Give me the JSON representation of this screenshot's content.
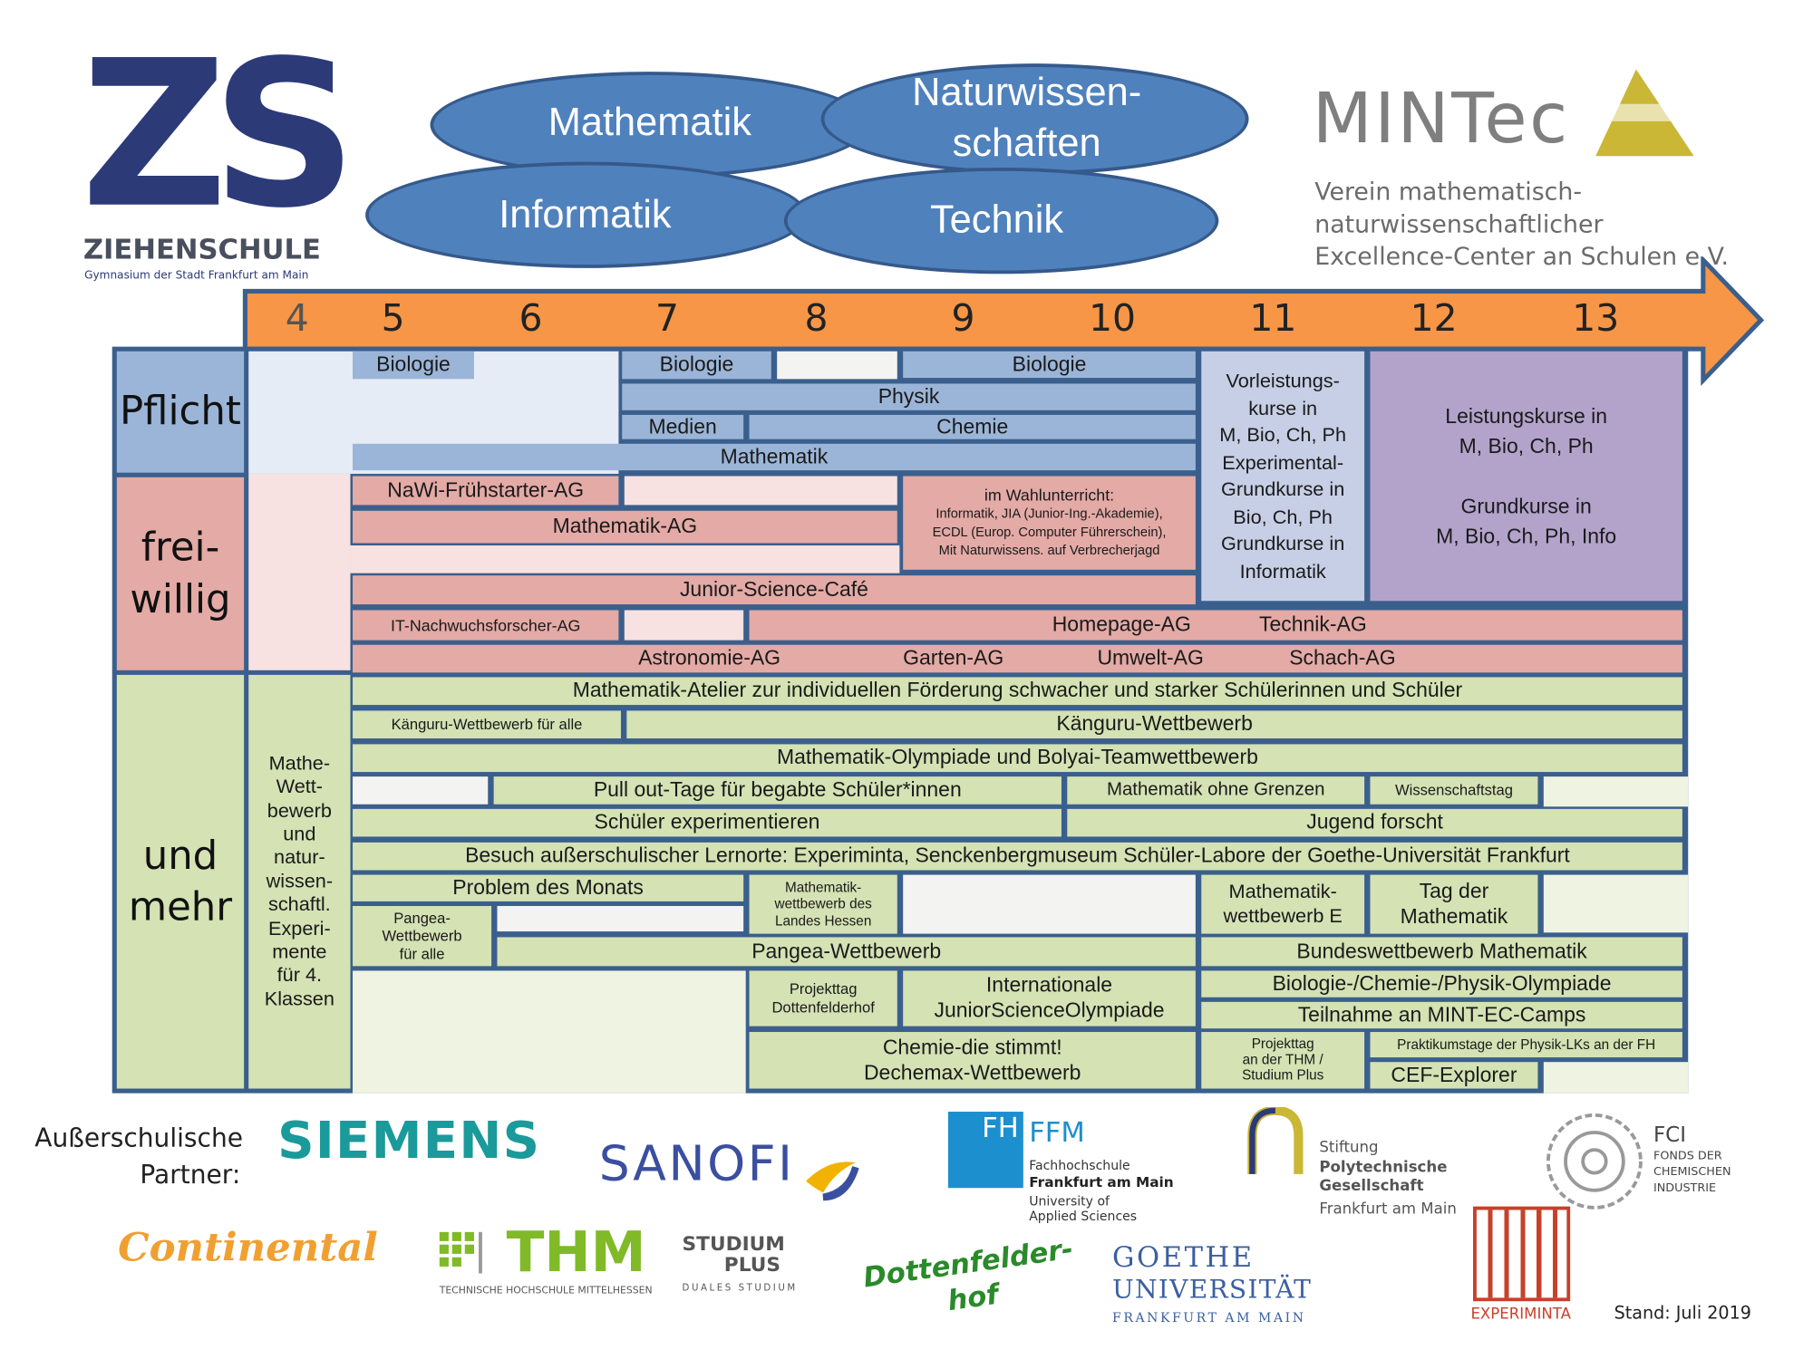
{
  "school": {
    "logo_letters": "ZS",
    "name": "ZIEHENSCHULE",
    "subtitle": "Gymnasium der Stadt Frankfurt am Main"
  },
  "subjects": [
    "Mathematik",
    "Naturwissen-\nschaften",
    "Informatik",
    "Technik"
  ],
  "mintec": {
    "logo": "MINTec",
    "line1": "Verein mathematisch-",
    "line2": "naturwissenschaftlicher",
    "line3": "Excellence-Center an Schulen e.V."
  },
  "grades": [
    "4",
    "5",
    "6",
    "7",
    "8",
    "9",
    "10",
    "11",
    "12",
    "13"
  ],
  "categories": {
    "pflicht": "Pflicht",
    "freiwillig": "frei-\nwillig",
    "mehr": "und\nmehr"
  },
  "colors": {
    "pflicht": "#9bb5d8",
    "freiwillig": "#e3aaa6",
    "mehr": "#d4e2b4",
    "arrow": "#f79646",
    "frame": "#3b5f8d",
    "ellipse": "#4f81bd"
  },
  "pflicht": {
    "bio5": "Biologie",
    "bio7": "Biologie",
    "bio9": "Biologie",
    "physik": "Physik",
    "medien": "Medien",
    "chemie": "Chemie",
    "mathe": "Mathematik",
    "oberstufe11": "Vorleistungs-\nkurse in\nM, Bio, Ch, Ph\nExperimental-\nGrundkurse in\nBio, Ch, Ph\nGrundkurse in\nInformatik",
    "oberstufe12": "Leistungskurse in\nM, Bio, Ch, Ph\n\nGrundkurse in\nM, Bio, Ch, Ph, Info"
  },
  "frei": {
    "nawi": "NaWi-Frühstarter-AG",
    "mathe_ag": "Mathematik-AG",
    "wahl_title": "im Wahlunterricht:",
    "wahl_text": "Informatik, JIA (Junior-Ing.-Akademie),\nECDL (Europ. Computer Führerschein),\nMit Naturwissens. auf Verbrecherjagd",
    "cafe": "Junior-Science-Café",
    "it": "IT-Nachwuchsforscher-AG",
    "homepage": "Homepage-AG",
    "technik": "Technik-AG",
    "astro": "Astronomie-AG",
    "garten": "Garten-AG",
    "umwelt": "Umwelt-AG",
    "schach": "Schach-AG"
  },
  "mehr": {
    "grade4": "Mathe-\nWett-\nbewerb\nund\nnatur-\nwissen-\nschaftl.\nExperi-\nmente\nfür 4.\nKlassen",
    "atelier": "Mathematik-Atelier zur individuellen Förderung schwacher und starker Schülerinnen und Schüler",
    "kang_alle": "Känguru-Wettbewerb für alle",
    "kang": "Känguru-Wettbewerb",
    "olymp": "Mathematik-Olympiade und Bolyai-Teamwettbewerb",
    "pullout": "Pull out-Tage für begabte Schüler*innen",
    "ohne_grenzen": "Mathematik ohne Grenzen",
    "wissenschaftstag": "Wissenschaftstag",
    "experimentieren": "Schüler experimentieren",
    "jugend_forscht": "Jugend forscht",
    "besuch": "Besuch außerschulischer Lernorte: Experiminta, Senckenbergmuseum Schüler-Labore der Goethe-Universität  Frankfurt",
    "problem": "Problem des Monats",
    "hessen": "Mathematik-\nwettbewerb des\nLandes Hessen",
    "wettbewerb_e": "Mathematik-\nwettbewerb E",
    "tag_mathe": "Tag der\nMathematik",
    "pangea_alle": "Pangea-\nWettbewerb\nfür alle",
    "pangea": "Pangea-Wettbewerb",
    "bundes": "Bundeswettbewerb Mathematik",
    "dottenfelder": "Projekttag\nDottenfelderhof",
    "ijso": "Internationale\nJuniorScienceOlympiade",
    "bcp": "Biologie-/Chemie-/Physik-Olympiade",
    "camps": "Teilnahme an MINT-EC-Camps",
    "chemie": "Chemie-die stimmt!\nDechemax-Wettbewerb",
    "thm": "Projekttag\nan der THM /\nStudium Plus",
    "praktikum": "Praktikumstage der Physik-LKs an der FH",
    "cef": "CEF-Explorer"
  },
  "partners": {
    "label": "Außerschulische\nPartner:",
    "siemens": "SIEMENS",
    "sanofi": "SANOFI",
    "fh_badge": "FH",
    "fh_ffm": "FFM",
    "fh_text1": "Fachhochschule",
    "fh_text2": "Frankfurt am Main",
    "fh_text3": "University of\nApplied Sciences",
    "stiftung1": "Stiftung",
    "stiftung2": "Polytechnische\nGesellschaft",
    "stiftung3": "Frankfurt am Main",
    "fci": "FCI",
    "fci_text": "FONDS DER\nCHEMISCHEN\nINDUSTRIE",
    "continental": "Continental",
    "thm": "THM",
    "thm_text": "TECHNISCHE HOCHSCHULE MITTELHESSEN",
    "studium": "STUDIUM\nPLUS",
    "studium_text": "DUALES STUDIUM",
    "dottenfelder": "Dottenfelder-\nhof",
    "goethe1": "GOETHE",
    "goethe2": "UNIVERSITÄT",
    "goethe3": "FRANKFURT AM MAIN",
    "experiminta": "EXPERIMINTA"
  },
  "stand": "Stand: Juli 2019"
}
